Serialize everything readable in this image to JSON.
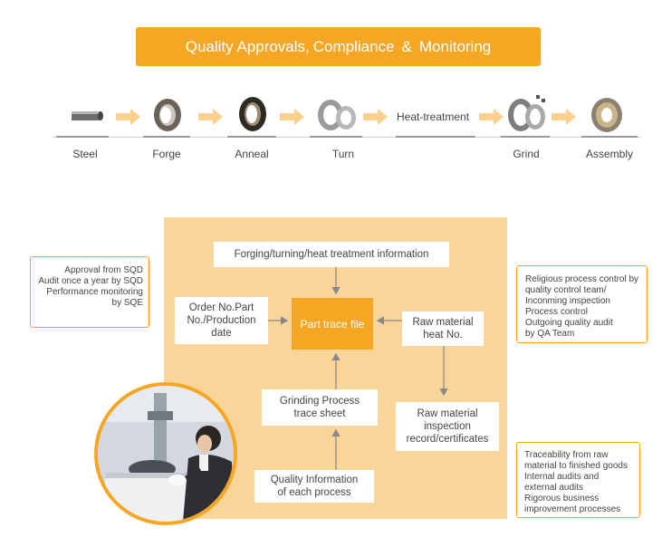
{
  "banner": {
    "part1": "Quality Approvals,",
    "part2": "Compliance",
    "amp": "&",
    "part3": "Monitoring"
  },
  "process_steps": [
    {
      "label": "Steel",
      "icon": "steel-bar-icon"
    },
    {
      "label": "Forge",
      "icon": "forged-ring-icon"
    },
    {
      "label": "Anneal",
      "icon": "annealed-ring-icon"
    },
    {
      "label": "Turn",
      "icon": "turned-rings-icon"
    },
    {
      "label": "Heat-treatment",
      "icon": ""
    },
    {
      "label": "Grind",
      "icon": "ground-rings-icon"
    },
    {
      "label": "Assembly",
      "icon": "bearing-assembly-icon"
    }
  ],
  "trace": {
    "hub": "Part trace file",
    "forging_info": "Forging/turning/heat treatment information",
    "order_no": [
      "Order No.Part",
      "No./Production",
      "date"
    ],
    "raw_material": [
      "Raw material",
      "heat No."
    ],
    "raw_inspection": [
      "Raw material",
      "inspection",
      "record/certificates"
    ],
    "grinding": [
      "Grinding Process",
      "trace sheet"
    ],
    "quality_info": [
      "Quality Information",
      "of each process"
    ]
  },
  "notes": {
    "approval": [
      "Approval from SQD",
      "Audit once a year by SQD",
      "Performance monitoring",
      "by SQE"
    ],
    "process_control": [
      "Religious process control by",
      "quality control team/",
      "Inconming inspection",
      "Process control",
      "Outgoing quality audit",
      "by QA Team"
    ],
    "traceability": [
      "Traceability from raw",
      "material to finished goods",
      "Internal audits and",
      "external audits",
      "Rigorous business",
      "improvement processes"
    ]
  },
  "colors": {
    "accent": "#f5a623",
    "panel": "#fad59a",
    "arrow": "#fbd08c",
    "link": "#888888"
  }
}
